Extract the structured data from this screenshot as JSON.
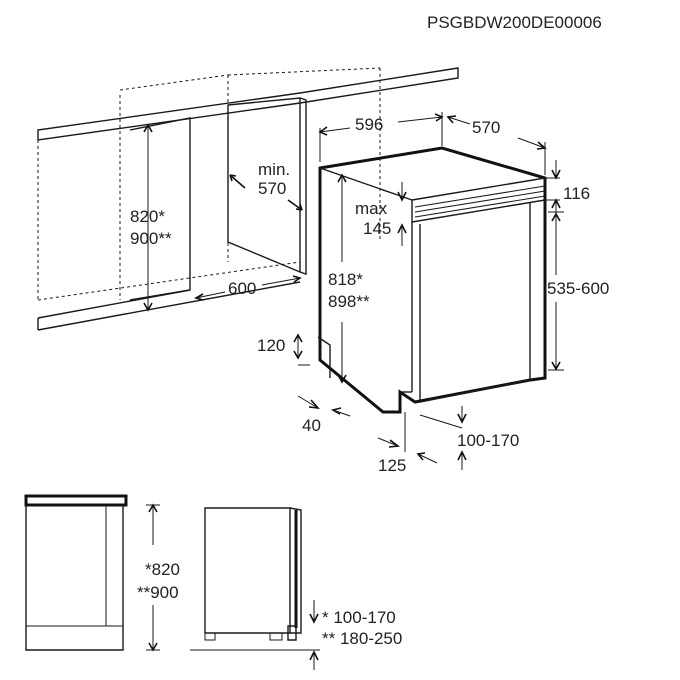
{
  "diagram": {
    "code": "PSGBDW200DE00006",
    "labels": {
      "width_596": "596",
      "depth_570": "570",
      "min": "min.",
      "min_570": "570",
      "height_116": "116",
      "max": "max",
      "max_145": "145",
      "h820": "820*",
      "h900": "900**",
      "w600": "600",
      "h818": "818*",
      "h898": "898**",
      "h535_600": "535-600",
      "v120": "120",
      "v40": "40",
      "v100_170": "100-170",
      "v125": "125",
      "side_820": "*820",
      "side_900": "**900",
      "plinth_1": "* 100-170",
      "plinth_2": "** 180-250"
    }
  }
}
